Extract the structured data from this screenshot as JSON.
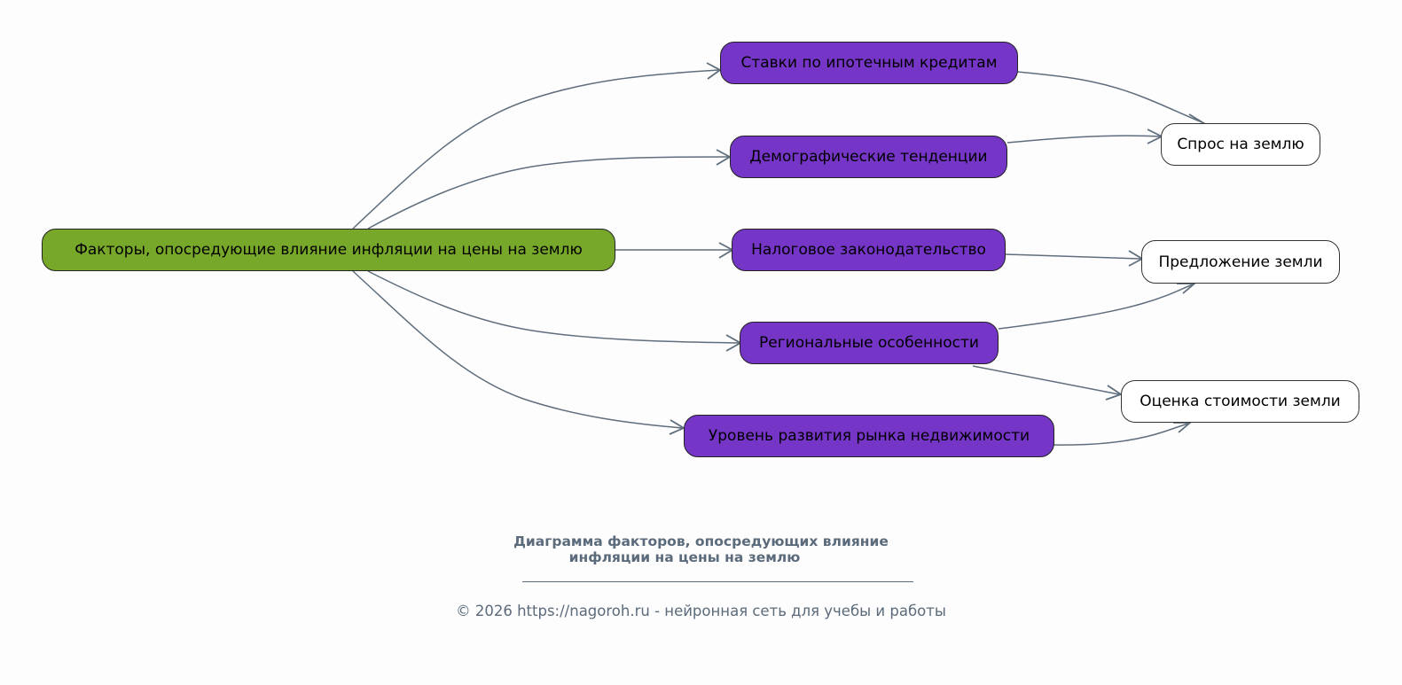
{
  "diagram": {
    "nodes": [
      {
        "id": "root",
        "label": "Факторы, опосредующие влияние инфляции на цены на землю",
        "kind": "root"
      },
      {
        "id": "mortgage",
        "label": "Ставки по ипотечным кредитам",
        "kind": "factor"
      },
      {
        "id": "demography",
        "label": "Демографические тенденции",
        "kind": "factor"
      },
      {
        "id": "tax",
        "label": "Налоговое законодательство",
        "kind": "factor"
      },
      {
        "id": "regional",
        "label": "Региональные особенности",
        "kind": "factor"
      },
      {
        "id": "market",
        "label": "Уровень развития рынка недвижимости",
        "kind": "factor"
      },
      {
        "id": "demand",
        "label": "Спрос на землю",
        "kind": "outcome"
      },
      {
        "id": "supply",
        "label": "Предложение земли",
        "kind": "outcome"
      },
      {
        "id": "valuation",
        "label": "Оценка стоимости земли",
        "kind": "outcome"
      }
    ],
    "edges": [
      {
        "from": "root",
        "to": "mortgage"
      },
      {
        "from": "root",
        "to": "demography"
      },
      {
        "from": "root",
        "to": "tax"
      },
      {
        "from": "root",
        "to": "regional"
      },
      {
        "from": "root",
        "to": "market"
      },
      {
        "from": "mortgage",
        "to": "demand"
      },
      {
        "from": "demography",
        "to": "demand"
      },
      {
        "from": "tax",
        "to": "supply"
      },
      {
        "from": "regional",
        "to": "supply"
      },
      {
        "from": "regional",
        "to": "valuation"
      },
      {
        "from": "market",
        "to": "valuation"
      }
    ],
    "colors": {
      "root_fill": "#78a82a",
      "factor_fill": "#7535c6",
      "outcome_fill": "#ffffff",
      "edge": "#5f6e7d",
      "caption": "#5b6b7b"
    }
  },
  "caption": {
    "title_line1": "Диаграмма факторов, опосредующих влияние",
    "title_line2": "инфляции на цены на землю",
    "credit": "© 2026 https://nagoroh.ru - нейронная сеть для учебы и работы"
  }
}
